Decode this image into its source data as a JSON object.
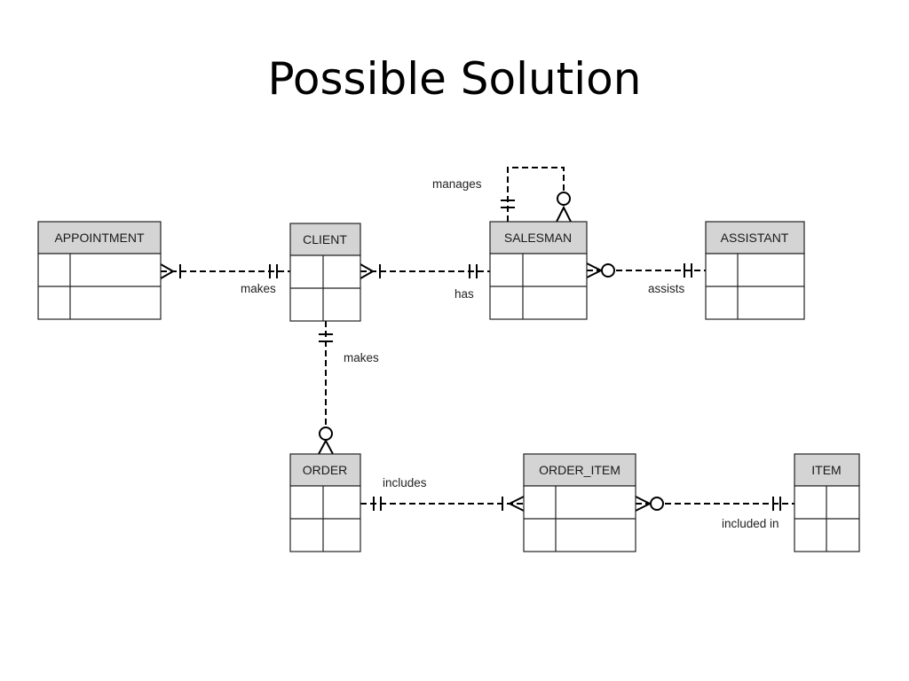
{
  "title": "Possible Solution",
  "entities": {
    "appointment": "APPOINTMENT",
    "client": "CLIENT",
    "salesman": "SALESMAN",
    "assistant": "ASSISTANT",
    "order": "ORDER",
    "order_item": "ORDER_ITEM",
    "item": "ITEM"
  },
  "relationships": {
    "client_makes_appointment": "makes",
    "client_has_salesman": "has",
    "salesman_manages": "manages",
    "assistant_assists": "assists",
    "client_makes_order": "makes",
    "order_includes": "includes",
    "item_included_in": "included in"
  }
}
